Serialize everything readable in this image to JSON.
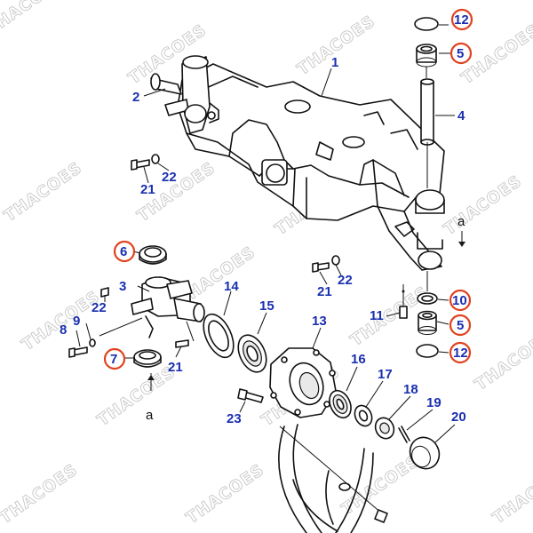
{
  "watermark": "THACOES",
  "reference_marker": "a",
  "callouts": [
    {
      "id": "c1",
      "number": "1",
      "highlighted": false
    },
    {
      "id": "c2",
      "number": "2",
      "highlighted": false
    },
    {
      "id": "c3",
      "number": "3",
      "highlighted": false
    },
    {
      "id": "c4",
      "number": "4",
      "highlighted": false
    },
    {
      "id": "c5a",
      "number": "5",
      "highlighted": true
    },
    {
      "id": "c5b",
      "number": "5",
      "highlighted": true
    },
    {
      "id": "c6",
      "number": "6",
      "highlighted": true
    },
    {
      "id": "c7",
      "number": "7",
      "highlighted": true
    },
    {
      "id": "c8",
      "number": "8",
      "highlighted": false
    },
    {
      "id": "c9",
      "number": "9",
      "highlighted": false
    },
    {
      "id": "c10",
      "number": "10",
      "highlighted": true
    },
    {
      "id": "c11",
      "number": "11",
      "highlighted": false
    },
    {
      "id": "c12a",
      "number": "12",
      "highlighted": true
    },
    {
      "id": "c12b",
      "number": "12",
      "highlighted": true
    },
    {
      "id": "c13",
      "number": "13",
      "highlighted": false
    },
    {
      "id": "c14",
      "number": "14",
      "highlighted": false
    },
    {
      "id": "c15",
      "number": "15",
      "highlighted": false
    },
    {
      "id": "c16",
      "number": "16",
      "highlighted": false
    },
    {
      "id": "c17",
      "number": "17",
      "highlighted": false
    },
    {
      "id": "c18",
      "number": "18",
      "highlighted": false
    },
    {
      "id": "c19",
      "number": "19",
      "highlighted": false
    },
    {
      "id": "c20",
      "number": "20",
      "highlighted": false
    },
    {
      "id": "c21a",
      "number": "21",
      "highlighted": false
    },
    {
      "id": "c21b",
      "number": "21",
      "highlighted": false
    },
    {
      "id": "c21c",
      "number": "21",
      "highlighted": false
    },
    {
      "id": "c22a",
      "number": "22",
      "highlighted": false
    },
    {
      "id": "c22b",
      "number": "22",
      "highlighted": false
    },
    {
      "id": "c22c",
      "number": "22",
      "highlighted": false
    },
    {
      "id": "c23",
      "number": "23",
      "highlighted": false
    }
  ],
  "colors": {
    "label_color": "#1a2fb0",
    "highlight_ring_color": "#e0421f",
    "line_color": "#111111",
    "watermark_color": "#c8c8c8"
  }
}
